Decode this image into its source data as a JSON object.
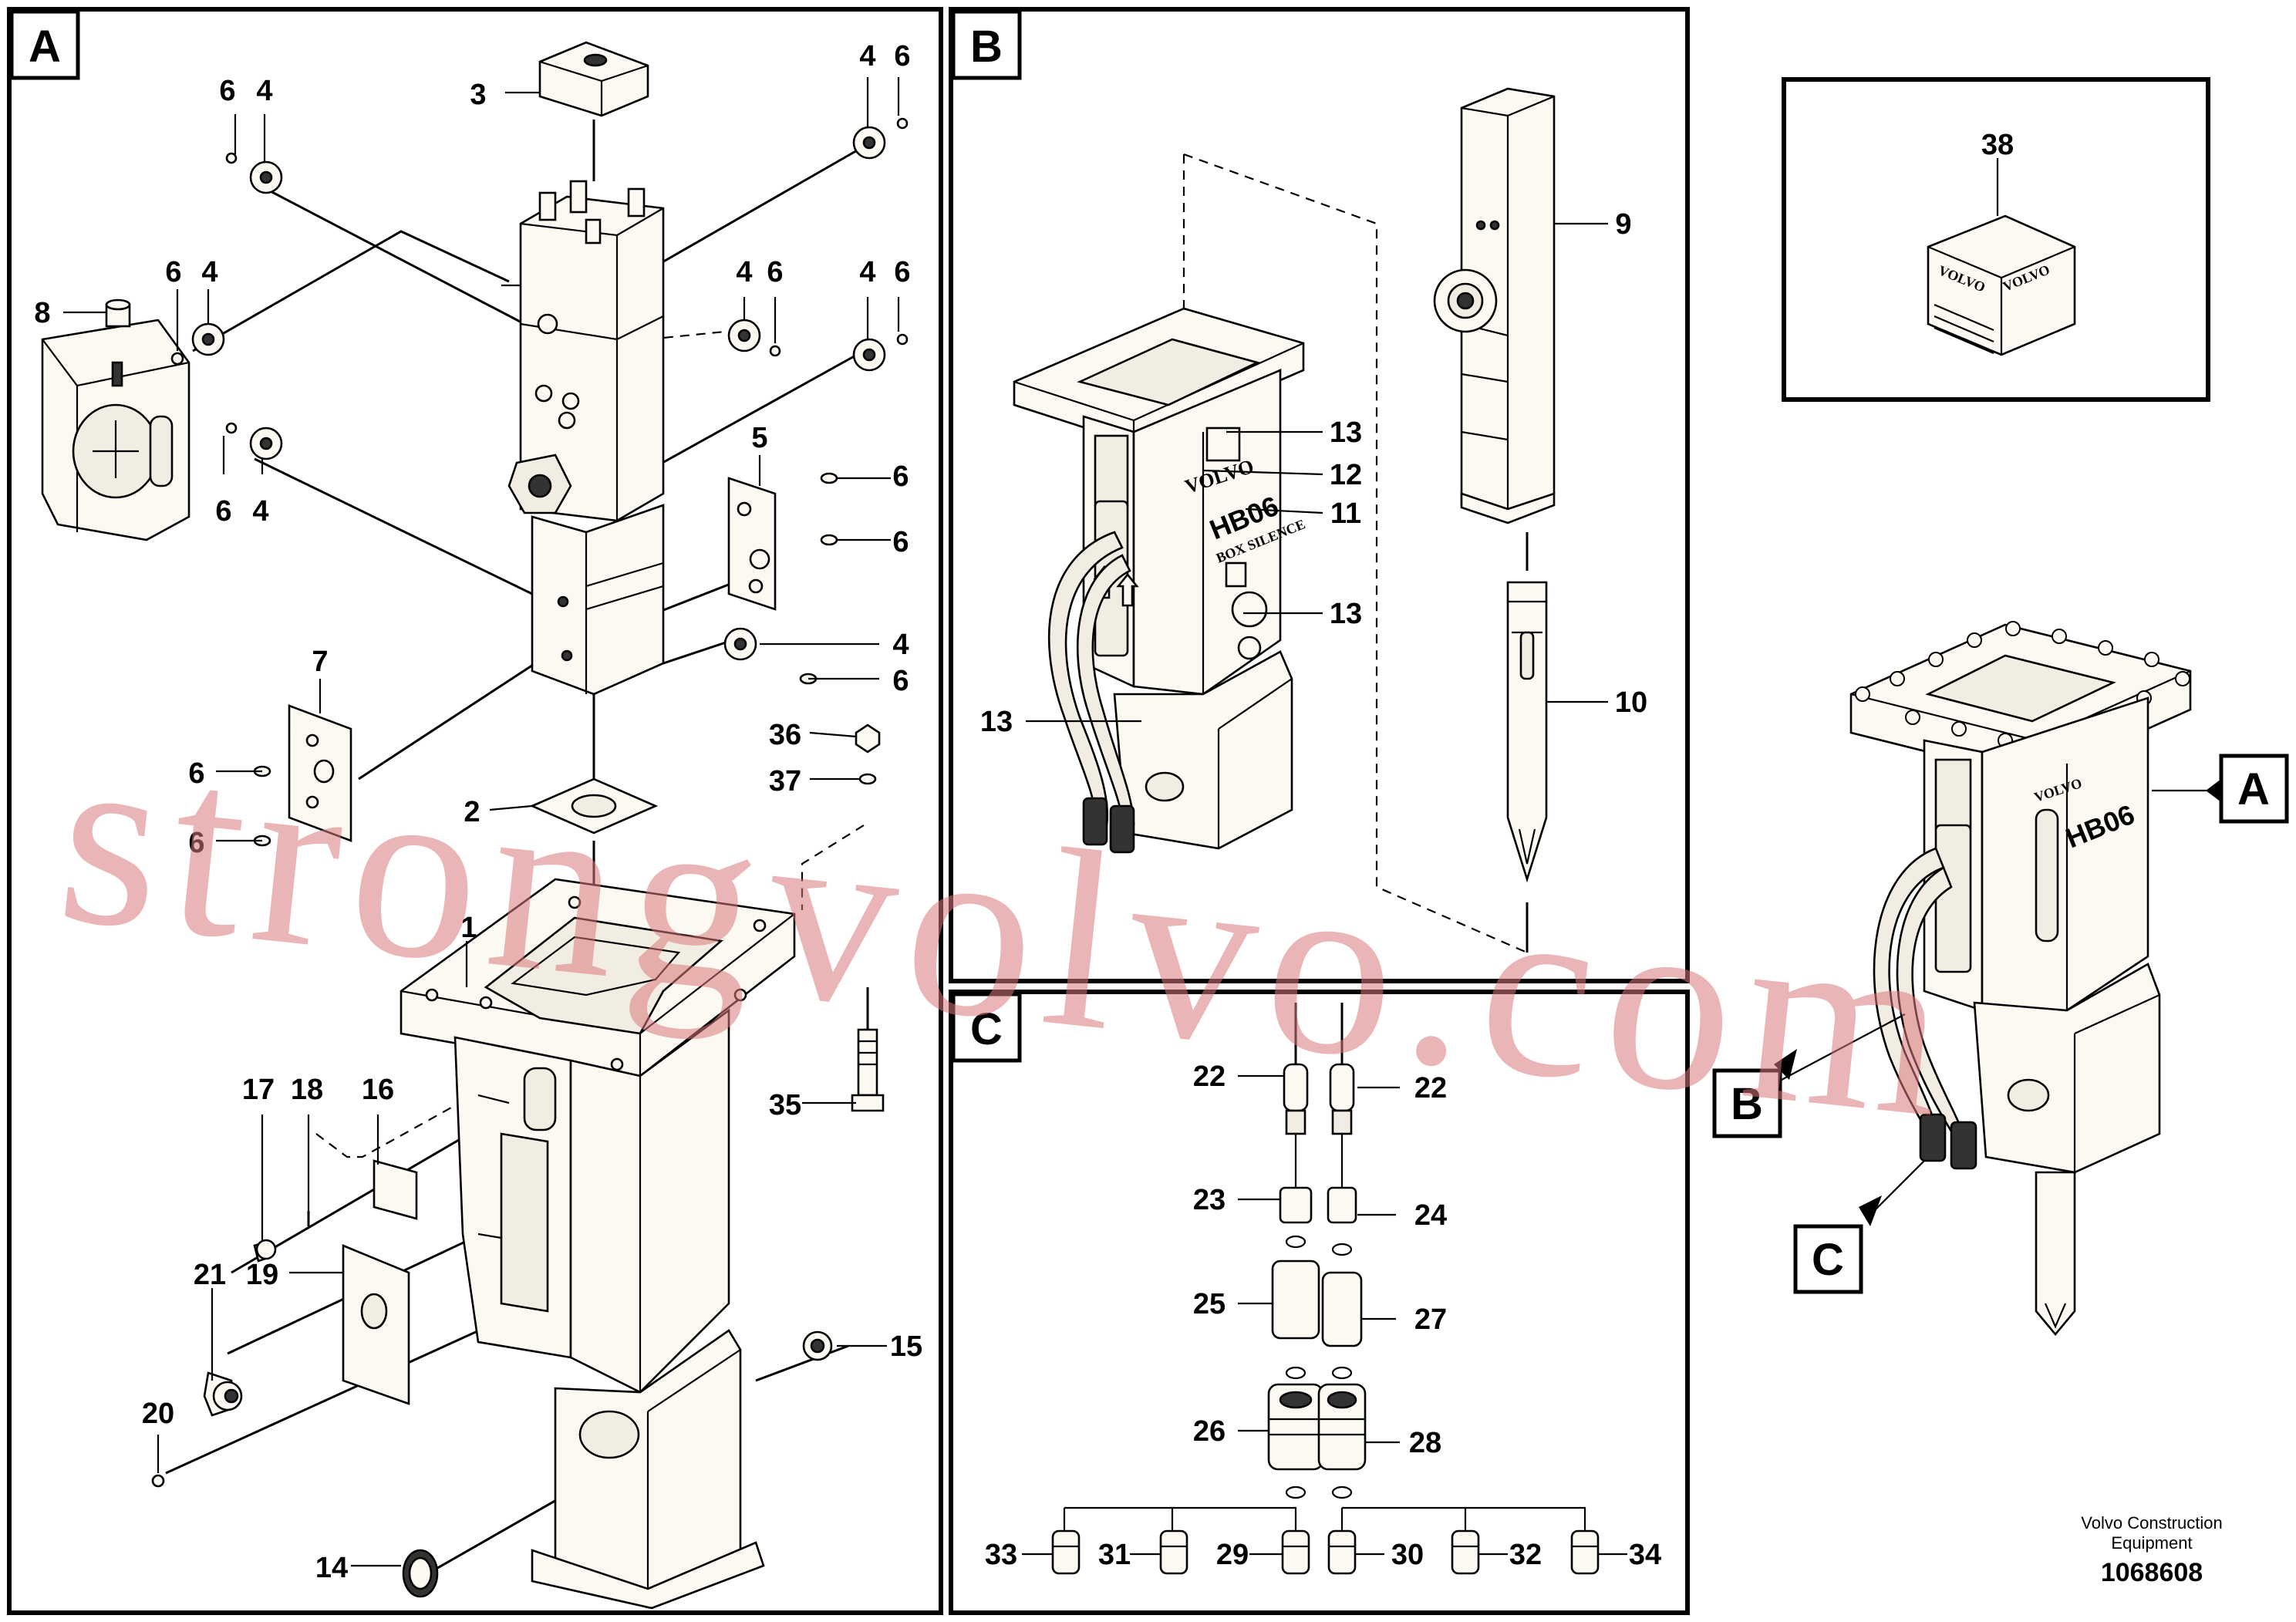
{
  "panels": {
    "a": {
      "tag": "A"
    },
    "b": {
      "tag": "B"
    },
    "c": {
      "tag": "C"
    }
  },
  "callouts": {
    "a": [
      "3",
      "6",
      "4",
      "4",
      "6",
      "8",
      "6",
      "4",
      "4",
      "6",
      "4",
      "6",
      "6",
      "4",
      "5",
      "6",
      "6",
      "4",
      "6",
      "7",
      "6",
      "6",
      "2",
      "36",
      "37",
      "1",
      "17",
      "18",
      "16",
      "35",
      "21",
      "19",
      "20",
      "15",
      "14"
    ],
    "b": [
      "9",
      "13",
      "12",
      "11",
      "13",
      "13",
      "10"
    ],
    "c": [
      "22",
      "22",
      "23",
      "24",
      "25",
      "27",
      "26",
      "28",
      "33",
      "31",
      "29",
      "30",
      "32",
      "34"
    ],
    "overview": [
      "38"
    ]
  },
  "overview_tags": [
    "A",
    "B",
    "C"
  ],
  "branding": {
    "brand": "VOLVO",
    "model": "HB06",
    "model_sub": "BOX SILENCE"
  },
  "watermark": "strongvolvo.com",
  "footer": {
    "line1": "Volvo Construction",
    "line2": "Equipment",
    "number": "1068608"
  }
}
